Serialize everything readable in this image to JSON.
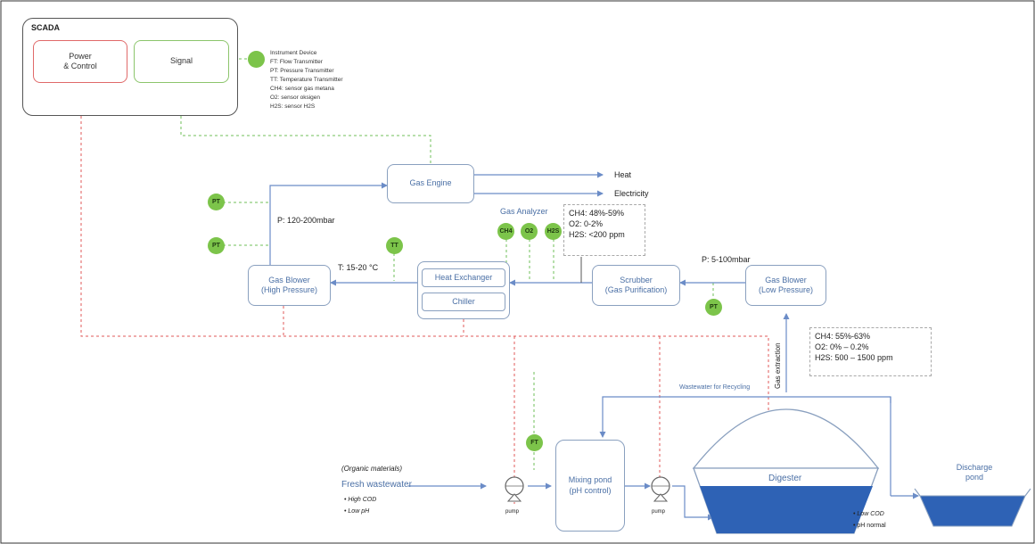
{
  "scada": {
    "title": "SCADA",
    "power_control": "Power\n& Control",
    "signal": "Signal"
  },
  "legend": {
    "items": [
      "Instrument Device",
      "FT: Flow Transmitter",
      "PT: Pressure Transmitter",
      "TT: Temperature Transmitter",
      "CH4: sensor gas metana",
      "O2: sensor oksigen",
      "H2S: sensor H2S"
    ]
  },
  "nodes": {
    "gas_engine": "Gas Engine",
    "heat": "Heat",
    "electricity": "Electricity",
    "gas_analyzer": "Gas Analyzer",
    "gas_blower_hp": "Gas Blower\n(High Pressure)",
    "heat_exchanger": "Heat Exchanger",
    "chiller": "Chiller",
    "scrubber": "Scrubber\n(Gas Purification)",
    "gas_blower_lp": "Gas Blower\n(Low Pressure)",
    "mixing_pond": "Mixing pond\n(pH control)",
    "digester": "Digester",
    "discharge_pond": "Discharge\npond"
  },
  "labels": {
    "p_high": "P: 120-200mbar",
    "temp": "T: 15-20 °C",
    "p_low": "P: 5-100mbar",
    "gas_extraction": "Gas extraction",
    "recycling": "Wastewater for Recycling",
    "organic": "(Organic materials)",
    "fresh_wastewater": "Fresh wastewater",
    "inflow_notes": [
      "High COD",
      "Low pH"
    ],
    "outflow_notes": [
      "Low COD",
      "pH normal"
    ],
    "pump": "pump",
    "pump2": "pump"
  },
  "sensors": {
    "pt1": "PT",
    "pt2": "PT",
    "tt": "TT",
    "ch4": "CH4",
    "o2": "O2",
    "h2s": "H2S",
    "pt3": "PT",
    "ft": "FT"
  },
  "analysis_clean": [
    "CH4: 48%-59%",
    "O2: 0-2%",
    "H2S: <200 ppm"
  ],
  "analysis_raw": [
    "CH4: 55%-63%",
    "O2: 0% – 0.2%",
    "H2S: 500 – 1500 ppm"
  ],
  "colors": {
    "flow_line": "#6b8cc7",
    "power_line": "#e05a5a",
    "signal_line": "#6fbf5a",
    "sensor": "#7cc44a",
    "liquid": "#2e62b5"
  }
}
